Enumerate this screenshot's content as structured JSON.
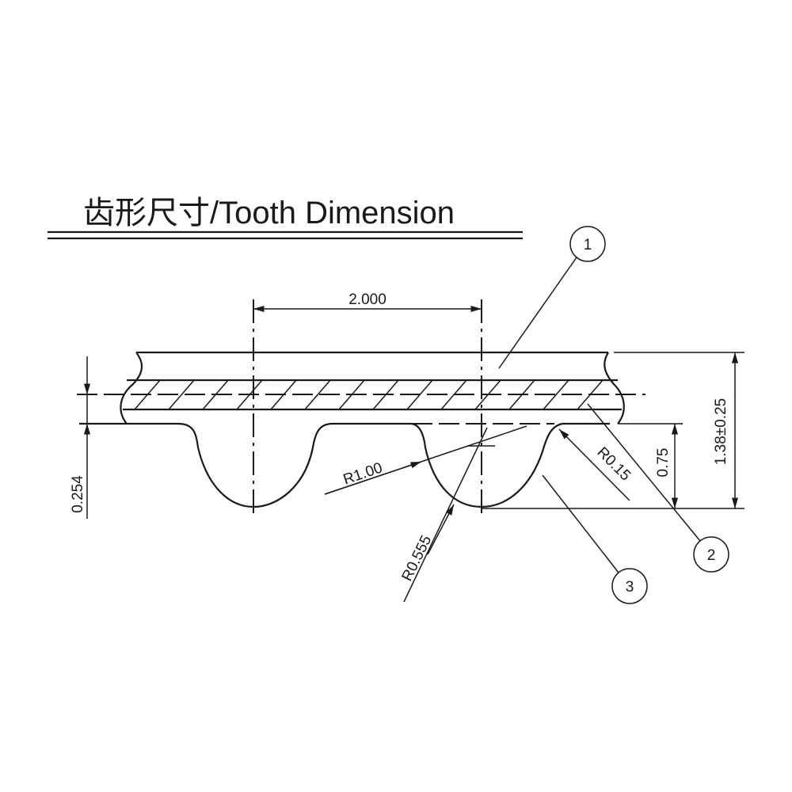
{
  "title": "齿形尺寸/Tooth Dimension",
  "dimensions": {
    "pitch": "2.000",
    "pitch_line_offset": "0.254",
    "tooth_height": "0.75",
    "total_height": "1.38±0.25",
    "radius_tip": "R1.00",
    "radius_root": "R0.555",
    "radius_fillet": "R0.15"
  },
  "callouts": [
    "1",
    "2",
    "3"
  ],
  "colors": {
    "ink": "#1a1a1a",
    "background": "#ffffff"
  }
}
